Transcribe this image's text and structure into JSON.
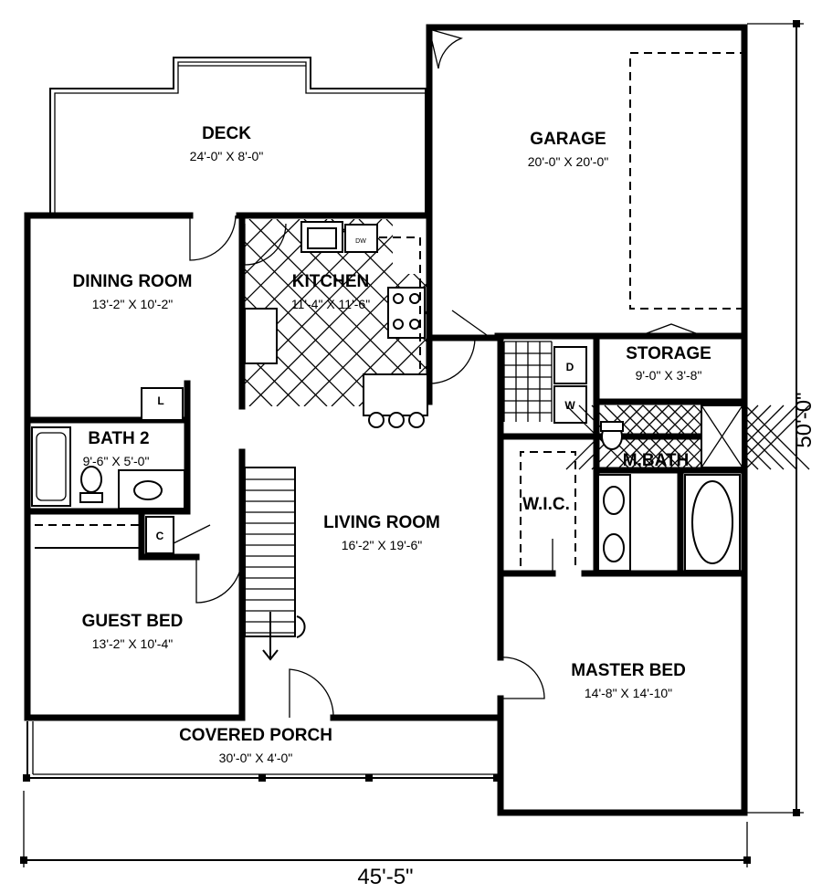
{
  "rooms": {
    "deck": {
      "name": "DECK",
      "size": "24'-0\" X 8'-0\""
    },
    "garage": {
      "name": "GARAGE",
      "size": "20'-0\" X 20'-0\""
    },
    "dining": {
      "name": "DINING ROOM",
      "size": "13'-2\" X 10'-2\""
    },
    "kitchen": {
      "name": "KITCHEN",
      "size": "11'-4\" X 11'-6\""
    },
    "storage": {
      "name": "STORAGE",
      "size": "9'-0\" X 3'-8\""
    },
    "bath2": {
      "name": "BATH 2",
      "size": "9'-6\" X 5'-0\""
    },
    "mbath": {
      "name": "M.BATH"
    },
    "wic": {
      "name": "W.I.C."
    },
    "living": {
      "name": "LIVING ROOM",
      "size": "16'-2\" X 19'-6\""
    },
    "guest": {
      "name": "GUEST BED",
      "size": "13'-2\" X 10'-4\""
    },
    "master": {
      "name": "MASTER BED",
      "size": "14'-8\" X 14'-10\""
    },
    "porch": {
      "name": "COVERED PORCH",
      "size": "30'-0\" X 4'-0\""
    }
  },
  "fixture_labels": {
    "linen": "L",
    "closet": "C",
    "dryer": "D",
    "washer": "W",
    "dishwasher": "DW"
  },
  "dimensions": {
    "overall_width": "45'-5\"",
    "overall_depth": "50'-0\""
  }
}
